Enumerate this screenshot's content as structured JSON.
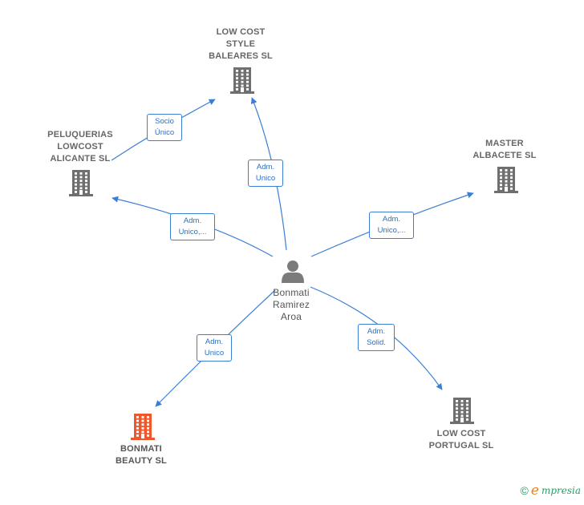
{
  "colors": {
    "edge": "#3a7fd5",
    "company": "#6f6f6f",
    "company_highlight": "#f0572a",
    "person": "#7b7b7b"
  },
  "person": {
    "name_lines": [
      "Bonmati",
      "Ramirez",
      "Aroa"
    ],
    "icon": "person-icon"
  },
  "companies": [
    {
      "id": "low-cost-style-baleares",
      "name_lines": [
        "LOW COST",
        "STYLE",
        "BALEARES  SL"
      ],
      "icon": "building-icon",
      "highlight": false
    },
    {
      "id": "peluquerias-lowcost-alicante",
      "name_lines": [
        "PELUQUERIAS",
        "LOWCOST",
        "ALICANTE  SL"
      ],
      "icon": "building-icon",
      "highlight": false
    },
    {
      "id": "master-albacete",
      "name_lines": [
        "MASTER",
        "ALBACETE  SL"
      ],
      "icon": "building-icon",
      "highlight": false
    },
    {
      "id": "bonmati-beauty",
      "name_lines": [
        "BONMATI",
        "BEAUTY  SL"
      ],
      "icon": "building-icon",
      "highlight": true
    },
    {
      "id": "low-cost-portugal",
      "name_lines": [
        "LOW COST",
        "PORTUGAL  SL"
      ],
      "icon": "building-icon",
      "highlight": false
    }
  ],
  "edges": [
    {
      "id": "e1",
      "from": "person",
      "to": "low-cost-style-baleares",
      "label_lines": [
        "Adm.",
        "Unico"
      ]
    },
    {
      "id": "e2",
      "from": "peluquerias-lowcost-alicante",
      "to": "low-cost-style-baleares",
      "label_lines": [
        "Socio",
        "Único"
      ]
    },
    {
      "id": "e3",
      "from": "person",
      "to": "peluquerias-lowcost-alicante",
      "label_lines": [
        "Adm.",
        "Unico,..."
      ]
    },
    {
      "id": "e4",
      "from": "person",
      "to": "master-albacete",
      "label_lines": [
        "Adm.",
        "Unico,..."
      ]
    },
    {
      "id": "e5",
      "from": "person",
      "to": "bonmati-beauty",
      "label_lines": [
        "Adm.",
        "Unico"
      ]
    },
    {
      "id": "e6",
      "from": "person",
      "to": "low-cost-portugal",
      "label_lines": [
        "Adm.",
        "Solid."
      ]
    }
  ],
  "footer": {
    "copyright_symbol": "©",
    "brand_initial": "e",
    "brand_rest": "mpresia"
  }
}
